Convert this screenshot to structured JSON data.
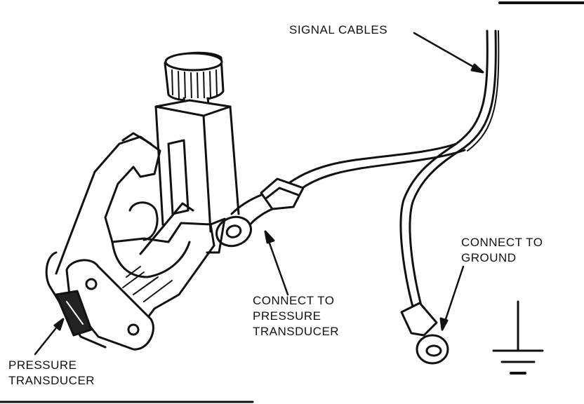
{
  "labels": {
    "signal_cables": "SIGNAL CABLES",
    "connect_ground": [
      "CONNECT TO",
      "GROUND"
    ],
    "connect_pressure": [
      "CONNECT TO",
      "PRESSURE",
      "TRANSDUCER"
    ],
    "pressure_transducer": [
      "PRESSURE",
      "TRANSDUCER"
    ]
  },
  "colors": {
    "ink": "#111111",
    "paper": "#ffffff"
  }
}
